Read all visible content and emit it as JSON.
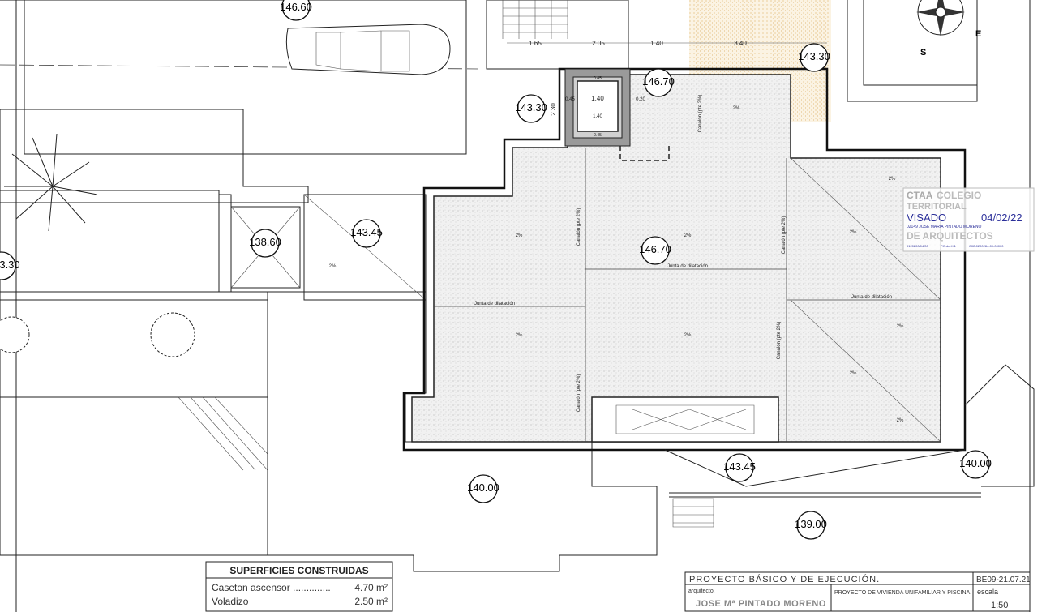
{
  "drawing": {
    "levels": [
      "146.60",
      "143.30",
      "143.30",
      "146.70",
      "138.60",
      "143.45",
      "146.70",
      "143.45",
      "140.00",
      "140.00",
      "139.00",
      "3.30"
    ],
    "dimensions": [
      "1.65",
      "2.05",
      "1.40",
      "3.40",
      "2.30",
      "0.45",
      "1.40",
      "0.20",
      "1.40",
      "0.45",
      "0.45"
    ],
    "notes": {
      "joint": "Junta de dilatación",
      "gutter": "Canalón (pte 2%)",
      "slope": "2%"
    },
    "compass": {
      "s": "S",
      "e": "E"
    }
  },
  "stamp": {
    "org": "CTAA",
    "college": "COLEGIO",
    "line2": "TERRITORIAL",
    "line3": "DE ARQUITECTOS",
    "visado": "VISADO",
    "date": "04/02/22",
    "architect": "02149 JOSE MARIA PINTADO MORENO",
    "ref1": "0120200/04/00",
    "ref2": "P.B.de.H.1",
    "ref3": "C02-0200284-00-00000"
  },
  "areas_table": {
    "title": "SUPERFICIES CONSTRUIDAS",
    "rows": [
      {
        "label": "Caseton ascensor ..............",
        "value": "4.70 m²"
      },
      {
        "label": "Voladizo",
        "value": "2.50 m²"
      }
    ]
  },
  "title_block": {
    "project_phase": "PROYECTO BÁSICO Y DE EJECUCIÓN.",
    "code": "BE09-21.07.21",
    "architect_label": "arquitecto.",
    "architect": "JOSE Mª PINTADO MORENO",
    "project": "PROYECTO DE VIVIENDA UNIFAMILIAR Y PISCINA.",
    "scale_label": "escala",
    "scale": "1:50"
  },
  "colors": {
    "line": "#222222",
    "stamp": "#2b2f9a",
    "sand": "#e8c98a",
    "core": "#9a9a9a"
  }
}
